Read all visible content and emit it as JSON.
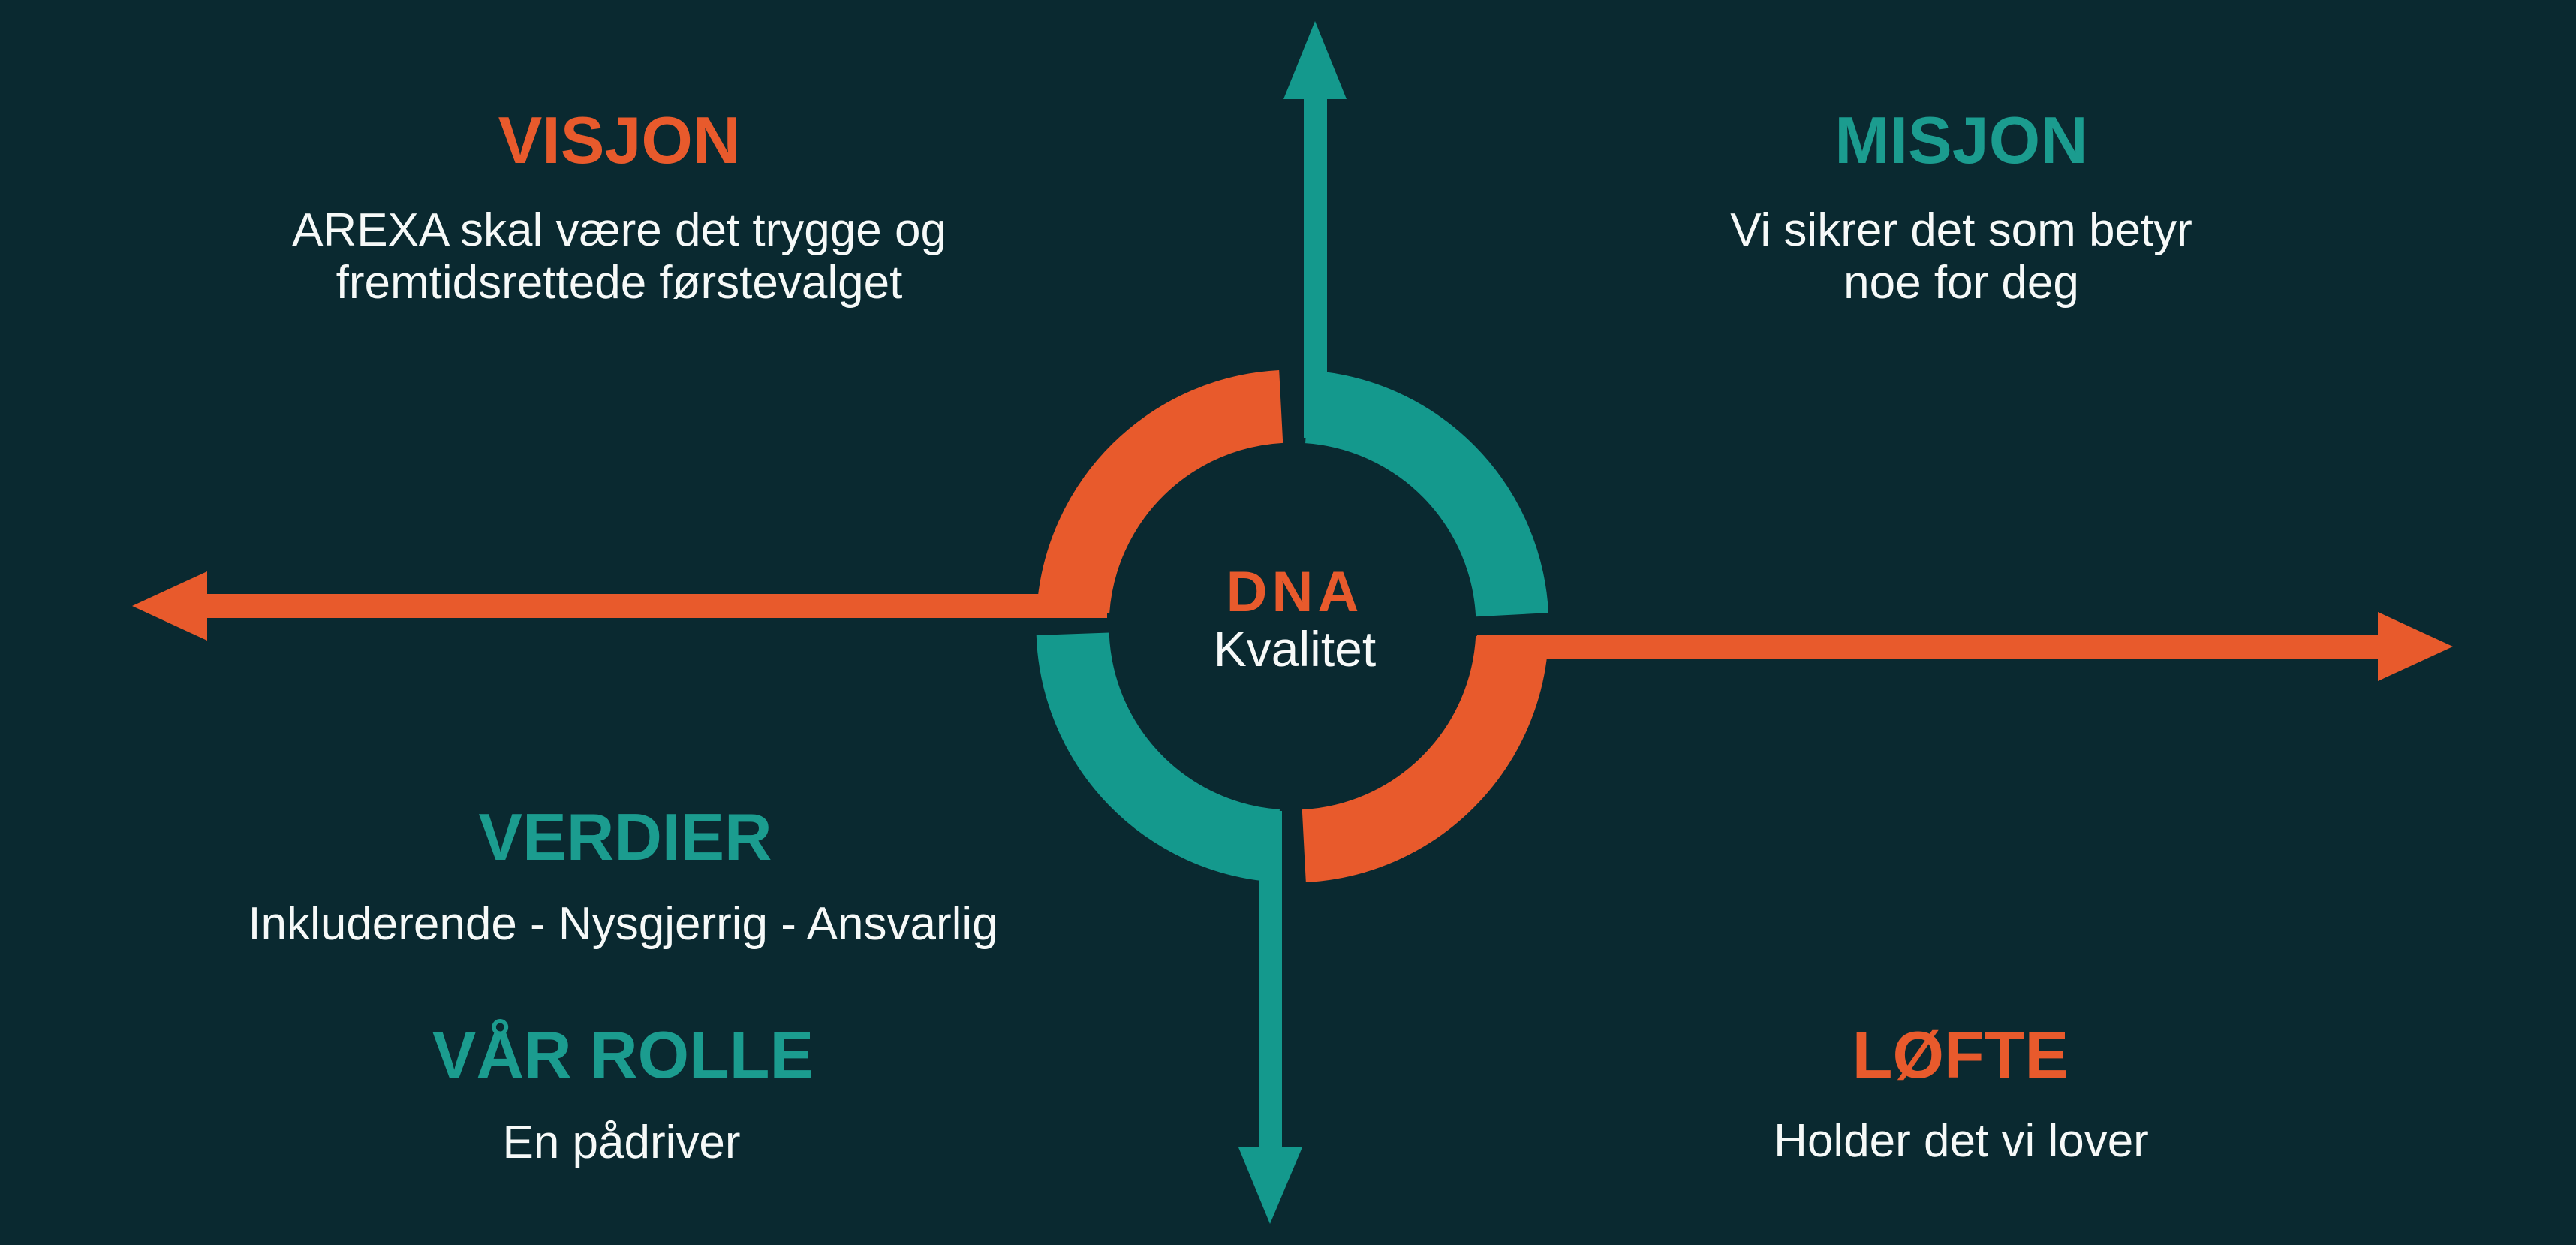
{
  "colors": {
    "background": "#0a2930",
    "orange": "#e85a2c",
    "teal": "#14998d",
    "text_white": "#f6f9f8"
  },
  "diagram": {
    "center": {
      "title": "DNA",
      "subtitle": "Kvalitet"
    },
    "quadrants": {
      "visjon": {
        "heading": "VISJON",
        "lines": [
          "AREXA skal være det trygge og",
          "fremtidsrettede førstevalget"
        ]
      },
      "misjon": {
        "heading": "MISJON",
        "lines": [
          "Vi sikrer det som betyr",
          "noe for deg"
        ]
      },
      "verdier": {
        "heading": "VERDIER",
        "lines": [
          "Inkluderende - Nysgjerrig - Ansvarlig"
        ]
      },
      "vaar_rolle": {
        "heading": "VÅR ROLLE",
        "lines": [
          "En pådriver"
        ]
      },
      "lofte": {
        "heading": "LØFTE",
        "lines": [
          "Holder det vi lover"
        ]
      }
    }
  }
}
